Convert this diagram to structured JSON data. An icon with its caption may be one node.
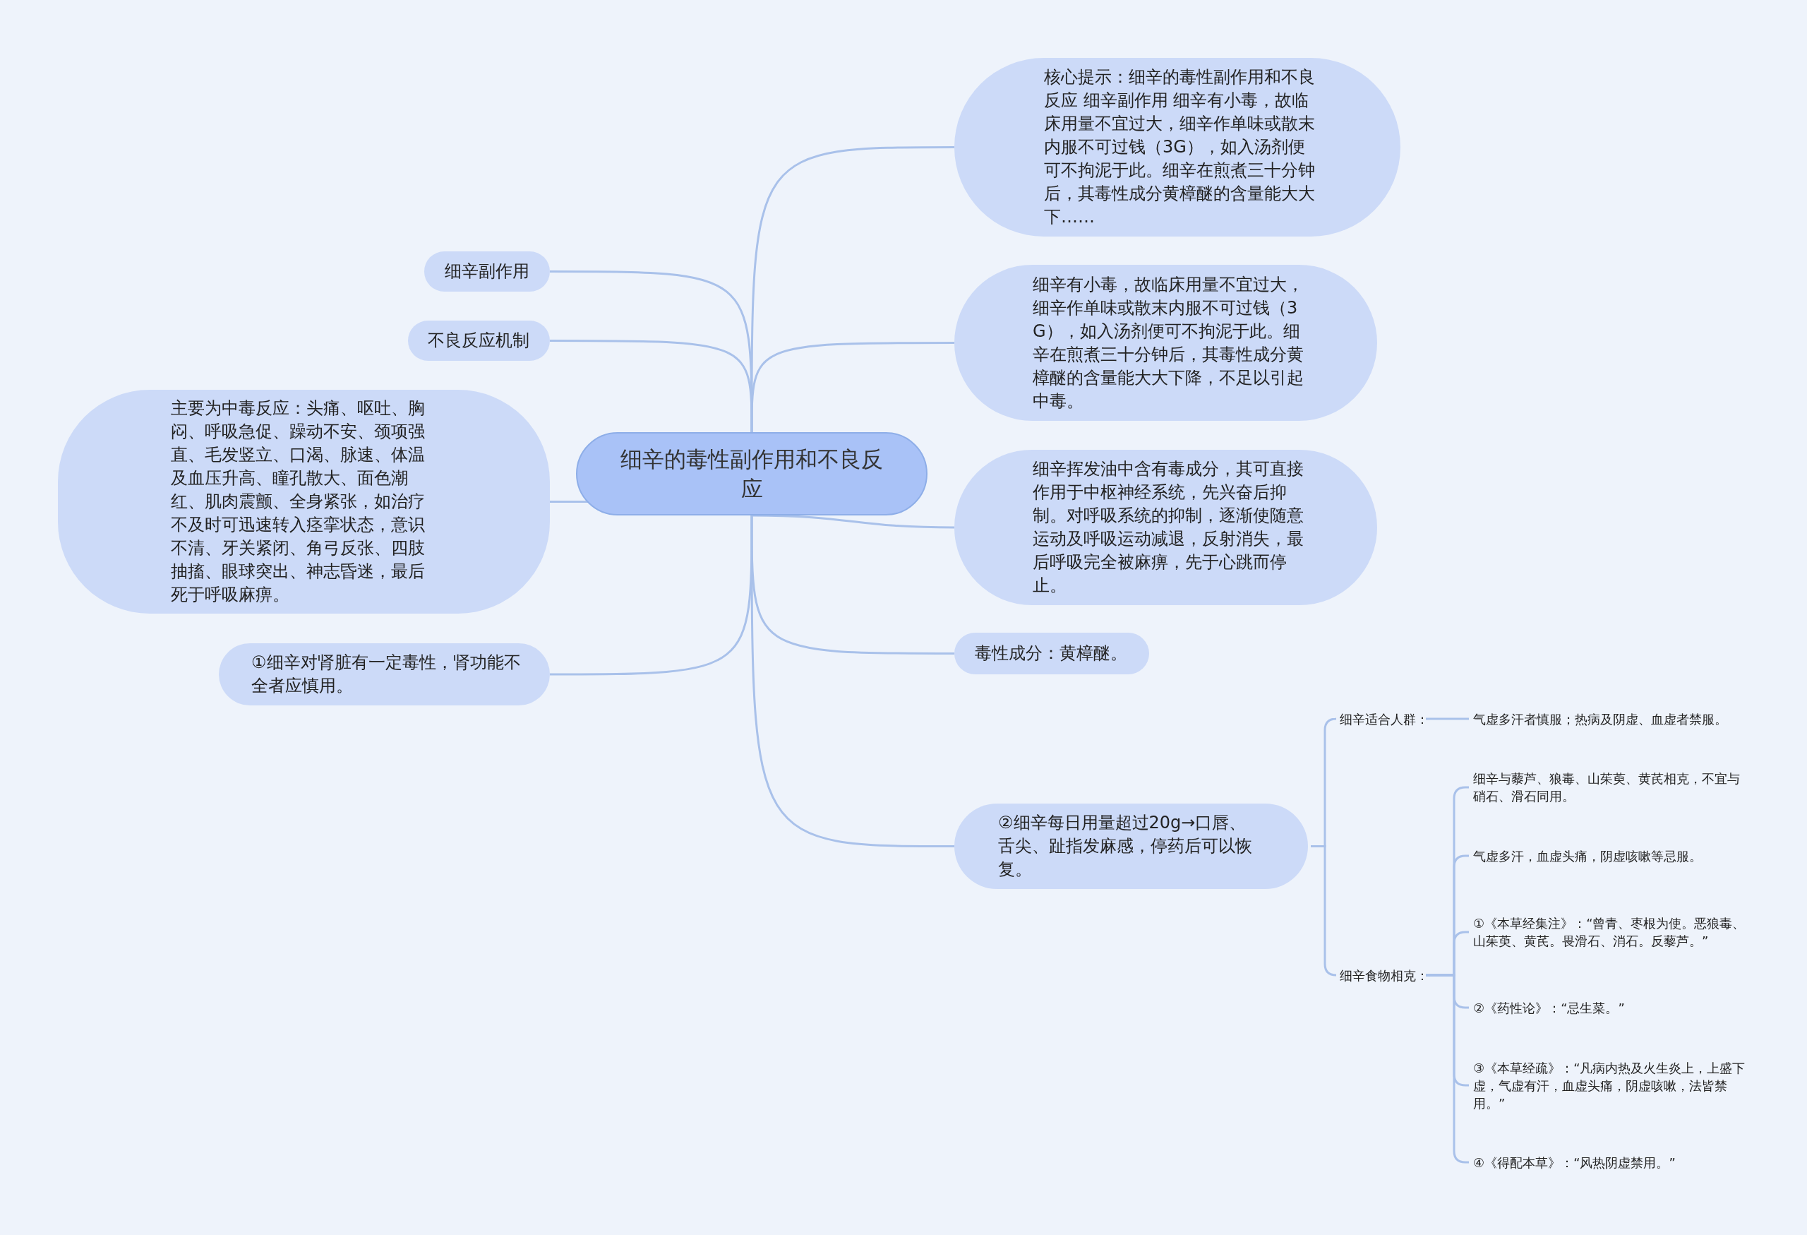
{
  "diagram": {
    "nodes": [
      {
        "text": [
          "细辛的毒性副作用和不良反应"
        ]
      },
      {
        "text": [
          "核心提示：细辛的毒性副作用和不良反应 细辛副作用 细辛有小毒，故临床用量不宜过大，细辛作单味或散末内服不可过钱（3G），如入汤剂便可不拘泥于此。细辛在煎煮三十分钟后，其毒性成分黄樟醚的含量能大大下……"
        ]
      },
      {
        "text": [
          "细辛有小毒，故临床用量不宜过大，细辛作单味或散末内服不可过钱（3G），如入汤剂便可不拘泥于此。细辛在煎煮三十分钟后，其毒性成分黄樟醚的含量能大大下降，不足以引起中毒。"
        ]
      },
      {
        "text": [
          "细辛挥发油中含有毒成分，其可直接作用于中枢神经系统，先兴奋后抑制。对呼吸系统的抑制，逐渐使随意运动及呼吸运动减退，反射消失，最后呼吸完全被麻痹，先于心跳而停止。"
        ]
      },
      {
        "text": [
          "毒性成分：黄樟醚。"
        ]
      },
      {
        "text": [
          "②细辛每日用量超过20g→口唇、舌尖、趾指发麻感，停药后可以恢复。"
        ]
      },
      {
        "text": [
          "细辛副作用"
        ]
      },
      {
        "text": [
          "不良反应机制"
        ]
      },
      {
        "text": [
          "主要为中毒反应：头痛、呕吐、胸闷、呼吸急促、躁动不安、颈项强直、毛发竖立、口渴、脉速、体温及血压升高、瞳孔散大、面色潮红、肌肉震颤、全身紧张，如治疗不及时可迅速转入痉挛状态，意识不清、牙关紧闭、角弓反张、四肢抽搐、眼球突出、神志昏迷，最后死于呼吸麻痹。"
        ]
      },
      {
        "text": [
          "①细辛对肾脏有一定毒性，肾功能不全者应慎用。"
        ]
      },
      {
        "text": [
          "细辛适合人群："
        ]
      },
      {
        "text": [
          "气虚多汗者慎服；热病及阴虚、血虚者禁服。"
        ]
      },
      {
        "text": [
          "细辛食物相克："
        ]
      },
      {
        "text": [
          "细辛与藜芦、狼毒、山茱萸、黄芪相克，不宜与硝石、滑石同用。"
        ]
      },
      {
        "text": [
          "气虚多汗，血虚头痛，阴虚咳嗽等忌服。"
        ]
      },
      {
        "text": [
          "①《本草经集注》：“曾青、枣根为使。恶狼毒、山茱萸、黄芪。畏滑石、消石。反藜芦。”"
        ]
      },
      {
        "text": [
          "②《药性论》：“忌生菜。”"
        ]
      },
      {
        "text": [
          "③《本草经疏》：“凡病内热及火生炎上，上盛下虚，气虚有汗，血虚头痛，阴虚咳嗽，法皆禁用。”"
        ]
      },
      {
        "text": [
          "④《得配本草》：“风热阴虚禁用。”"
        ]
      }
    ],
    "edges": [
      {
        "from": 0,
        "to": 1,
        "arrow": "none"
      },
      {
        "from": 0,
        "to": 2,
        "arrow": "none"
      },
      {
        "from": 0,
        "to": 3,
        "arrow": "none"
      },
      {
        "from": 0,
        "to": 4,
        "arrow": "none"
      },
      {
        "from": 0,
        "to": 5,
        "arrow": "none"
      },
      {
        "from": 0,
        "to": 6,
        "arrow": "none"
      },
      {
        "from": 0,
        "to": 7,
        "arrow": "none"
      },
      {
        "from": 0,
        "to": 8,
        "arrow": "none"
      },
      {
        "from": 0,
        "to": 9,
        "arrow": "none"
      },
      {
        "from": 5,
        "to": 10,
        "arrow": "none"
      },
      {
        "from": 5,
        "to": 12,
        "arrow": "none"
      },
      {
        "from": 10,
        "to": 11,
        "arrow": "none"
      },
      {
        "from": 12,
        "to": 13,
        "arrow": "none"
      },
      {
        "from": 12,
        "to": 14,
        "arrow": "none"
      },
      {
        "from": 12,
        "to": 15,
        "arrow": "none"
      },
      {
        "from": 12,
        "to": 16,
        "arrow": "none"
      },
      {
        "from": 12,
        "to": 17,
        "arrow": "none"
      },
      {
        "from": 12,
        "to": 18,
        "arrow": "none"
      }
    ]
  }
}
